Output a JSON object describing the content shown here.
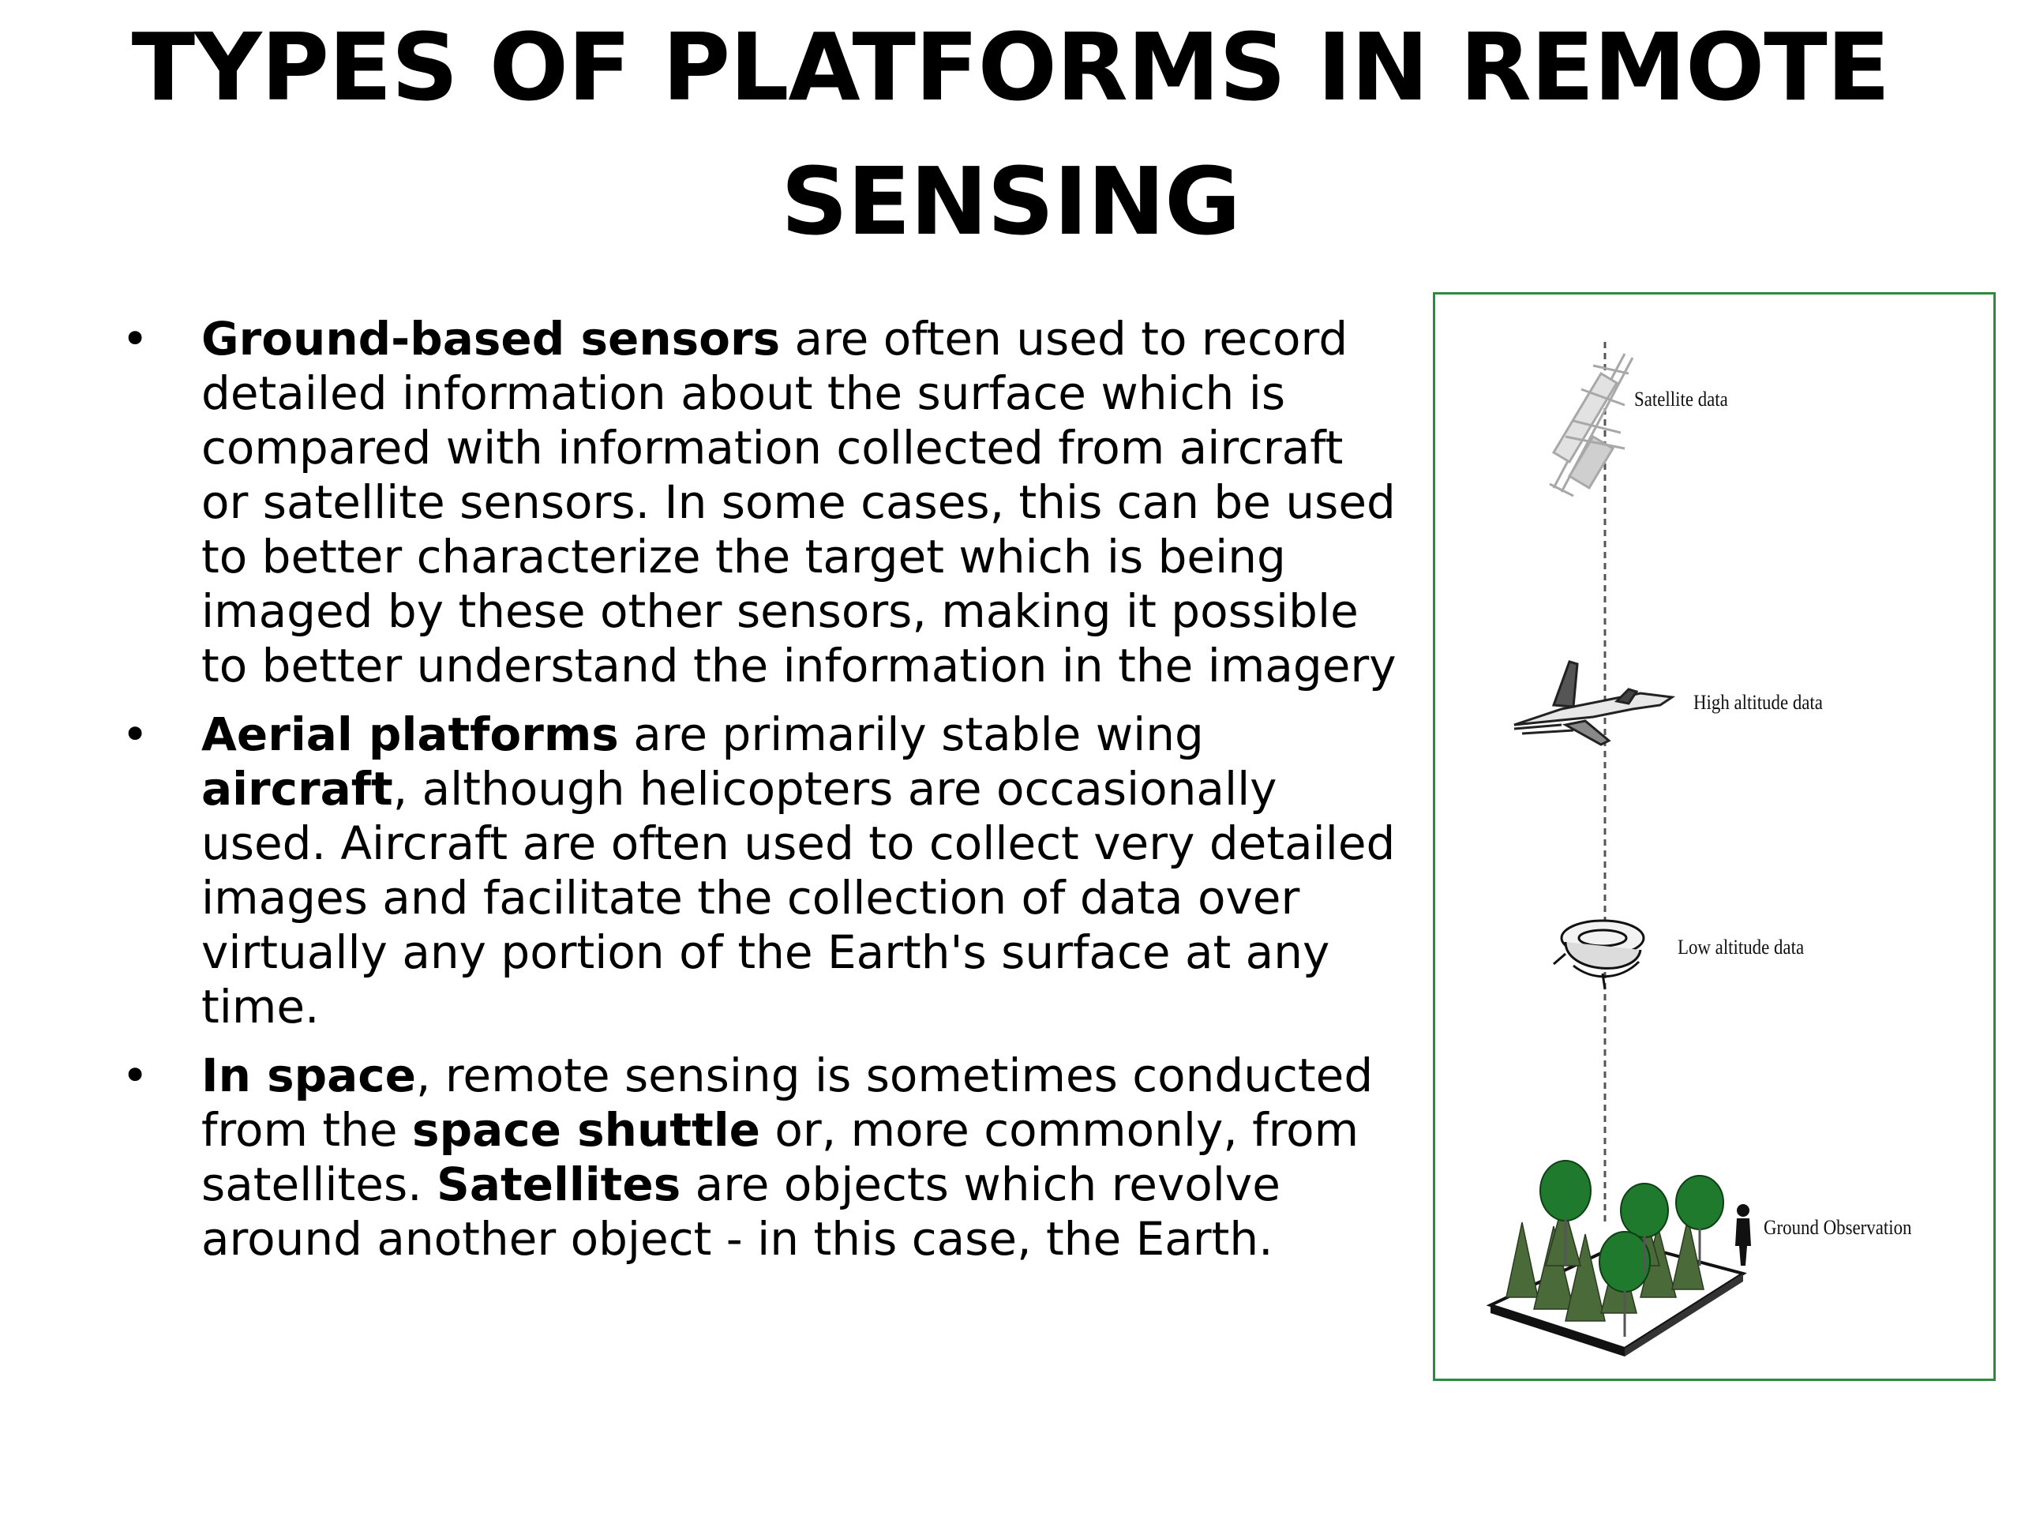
{
  "slide": {
    "title_line1": "TYPES OF PLATFORMS IN REMOTE",
    "title_line2": "SENSING"
  },
  "bullets": [
    {
      "marker": "•",
      "b1": "Ground-based sensors",
      "t1": " are often used to record detailed information about the surface which is compared with information collected from aircraft or satellite sensors. In some cases, this can be used to better characterize the target which is being imaged by these other sensors, making it possible to better understand the information in the imagery"
    },
    {
      "marker": "•",
      "b1": "Aerial platforms",
      "t1": " are primarily stable wing ",
      "b2": "aircraft",
      "t2": ", although helicopters are occasionally used. Aircraft are often used to collect very detailed images and facilitate the collection of data over virtually any portion of the Earth's surface at any time."
    },
    {
      "marker": "•",
      "b1": "In space",
      "t1": ", remote sensing is sometimes conducted from the ",
      "b2": "space shuttle",
      "t2": " or, more commonly, from satellites. ",
      "b3": "Satellites",
      "t3": " are objects which revolve around another object - in this case, the Earth."
    }
  ],
  "figure": {
    "labels": {
      "satellite": "Satellite data",
      "high": "High altitude data",
      "low": "Low altitude data",
      "ground": "Ground Observation"
    },
    "icons": [
      "satellite-icon",
      "airplane-icon",
      "helicopter-icon",
      "trees-icon",
      "person-icon"
    ],
    "colors": {
      "frame_border": "#2e8b3e",
      "tree_green": "#1f7a2e"
    }
  }
}
